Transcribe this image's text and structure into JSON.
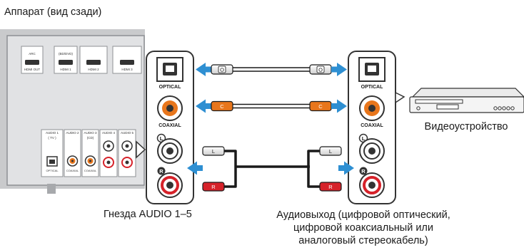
{
  "diagram": {
    "rear_panel": {
      "title": "Аппарат (вид сзади)",
      "hdmi_ports": [
        {
          "top": "ARC",
          "bottom": "HDMI OUT"
        },
        {
          "top": "(BD/DVD)",
          "bottom": "HDMI 1"
        },
        {
          "top": "",
          "bottom": "HDMI 2"
        },
        {
          "top": "",
          "bottom": "HDMI 3"
        }
      ],
      "audio_groups": [
        {
          "label": "AUDIO 1",
          "sub": "( TV )",
          "jack": "OPTICAL"
        },
        {
          "label": "AUDIO 2",
          "sub": "",
          "jack": "COAXIAL"
        },
        {
          "label": "AUDIO 3",
          "sub": "(CD)",
          "jack": "COAXIAL"
        },
        {
          "label": "AUDIO 4",
          "sub": "",
          "jack": ""
        },
        {
          "label": "AUDIO 5",
          "sub": "",
          "jack": ""
        }
      ]
    },
    "receiver_jacks": {
      "optical": "OPTICAL",
      "coaxial": "COAXIAL",
      "left": "L",
      "right": "R"
    },
    "device_jacks": {
      "optical": "OPTICAL",
      "coaxial": "COAXIAL",
      "left": "L",
      "right": "R"
    },
    "cables": {
      "optical_plug": "O",
      "coaxial_plug": "C",
      "left_plug": "L",
      "right_plug": "R"
    },
    "captions": {
      "jacks": "Гнезда AUDIO 1–5",
      "device": "Видеоустройство",
      "output_lines": [
        "Аудиовыход (цифровой оптический,",
        "цифровой коаксиальный или",
        "аналоговый стереокабель)"
      ]
    },
    "colors": {
      "arrow": "#2e8fd2",
      "coaxial": "#e8761c",
      "red": "#d6222a",
      "panel": "#c9cacc"
    }
  }
}
